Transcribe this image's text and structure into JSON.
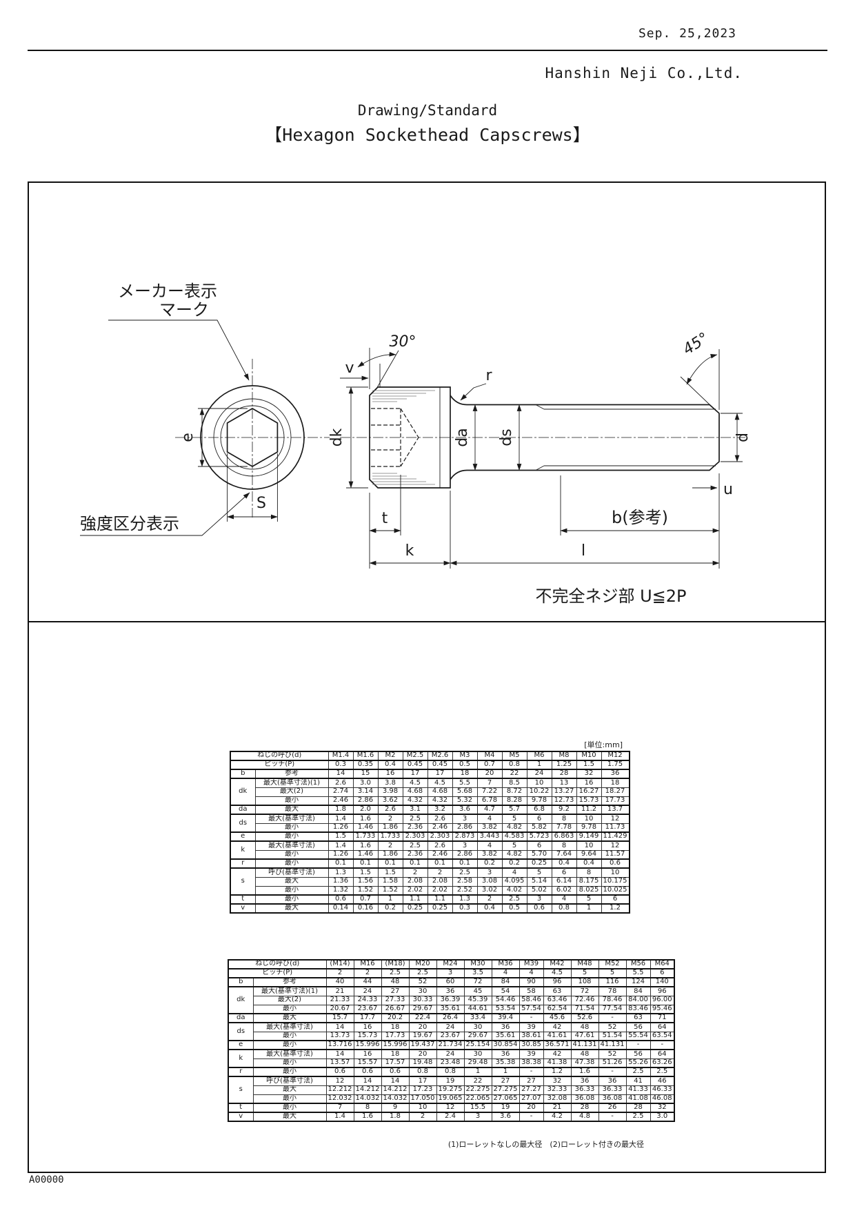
{
  "header": {
    "date": "Sep. 25,2023",
    "company": "Hanshin Neji Co.,Ltd."
  },
  "title": {
    "line1": "Drawing/Standard",
    "line2": "【Hexagon Sockethead Capscrews】"
  },
  "drawing": {
    "labels": {
      "maker_line1": "メーカー表示",
      "maker_line2": "マーク",
      "strength": "強度区分表示",
      "e": "e",
      "s": "S",
      "deg30": "30°",
      "v": "v",
      "dk": "dk",
      "r": "r",
      "da": "da",
      "ds": "ds",
      "deg45": "45°",
      "d": "d",
      "u": "u",
      "t": "t",
      "k": "k",
      "b": "b(参考)",
      "l": "l",
      "note": "不完全ネジ部 U≦2P"
    }
  },
  "unit_label": "[単位:mm]",
  "table1": {
    "name_label": "ねじの呼び(d)",
    "columns": [
      "M1.4",
      "M1.6",
      "M2",
      "M2.5",
      "M2.6",
      "M3",
      "M4",
      "M5",
      "M6",
      "M8",
      "M10",
      "M12"
    ],
    "pitch_label": "ピッチ(P)",
    "pitch": [
      "0.3",
      "0.35",
      "0.4",
      "0.45",
      "0.45",
      "0.5",
      "0.7",
      "0.8",
      "1",
      "1.25",
      "1.5",
      "1.75"
    ],
    "groups": [
      {
        "dim": "b",
        "rows": [
          {
            "sub": "参考",
            "values": [
              "14",
              "15",
              "16",
              "17",
              "17",
              "18",
              "20",
              "22",
              "24",
              "28",
              "32",
              "36"
            ]
          }
        ]
      },
      {
        "dim": "dk",
        "rows": [
          {
            "sub": "最大(基準寸法)(1)",
            "values": [
              "2.6",
              "3.0",
              "3.8",
              "4.5",
              "4.5",
              "5.5",
              "7",
              "8.5",
              "10",
              "13",
              "16",
              "18"
            ]
          },
          {
            "sub": "最大(2)",
            "values": [
              "2.74",
              "3.14",
              "3.98",
              "4.68",
              "4.68",
              "5.68",
              "7.22",
              "8.72",
              "10.22",
              "13.27",
              "16.27",
              "18.27"
            ]
          },
          {
            "sub": "最小",
            "values": [
              "2.46",
              "2.86",
              "3.62",
              "4.32",
              "4.32",
              "5.32",
              "6.78",
              "8.28",
              "9.78",
              "12.73",
              "15.73",
              "17.73"
            ]
          }
        ]
      },
      {
        "dim": "da",
        "rows": [
          {
            "sub": "最大",
            "values": [
              "1.8",
              "2.0",
              "2.6",
              "3.1",
              "3.2",
              "3.6",
              "4.7",
              "5.7",
              "6.8",
              "9.2",
              "11.2",
              "13.7"
            ]
          }
        ]
      },
      {
        "dim": "ds",
        "rows": [
          {
            "sub": "最大(基準寸法)",
            "values": [
              "1.4",
              "1.6",
              "2",
              "2.5",
              "2.6",
              "3",
              "4",
              "5",
              "6",
              "8",
              "10",
              "12"
            ]
          },
          {
            "sub": "最小",
            "values": [
              "1.26",
              "1.46",
              "1.86",
              "2.36",
              "2.46",
              "2.86",
              "3.82",
              "4.82",
              "5.82",
              "7.78",
              "9.78",
              "11.73"
            ]
          }
        ]
      },
      {
        "dim": "e",
        "rows": [
          {
            "sub": "最小",
            "values": [
              "1.5",
              "1.733",
              "1.733",
              "2.303",
              "2.303",
              "2.873",
              "3.443",
              "4.583",
              "5.723",
              "6.863",
              "9.149",
              "11.429"
            ]
          }
        ]
      },
      {
        "dim": "k",
        "rows": [
          {
            "sub": "最大(基準寸法)",
            "values": [
              "1.4",
              "1.6",
              "2",
              "2.5",
              "2.6",
              "3",
              "4",
              "5",
              "6",
              "8",
              "10",
              "12"
            ]
          },
          {
            "sub": "最小",
            "values": [
              "1.26",
              "1.46",
              "1.86",
              "2.36",
              "2.46",
              "2.86",
              "3.82",
              "4.82",
              "5.70",
              "7.64",
              "9.64",
              "11.57"
            ]
          }
        ]
      },
      {
        "dim": "r",
        "rows": [
          {
            "sub": "最小",
            "values": [
              "0.1",
              "0.1",
              "0.1",
              "0.1",
              "0.1",
              "0.1",
              "0.2",
              "0.2",
              "0.25",
              "0.4",
              "0.4",
              "0.6"
            ]
          }
        ]
      },
      {
        "dim": "s",
        "rows": [
          {
            "sub": "呼び(基準寸法)",
            "values": [
              "1.3",
              "1.5",
              "1.5",
              "2",
              "2",
              "2.5",
              "3",
              "4",
              "5",
              "6",
              "8",
              "10"
            ]
          },
          {
            "sub": "最大",
            "values": [
              "1.36",
              "1.56",
              "1.58",
              "2.08",
              "2.08",
              "2.58",
              "3.08",
              "4.095",
              "5.14",
              "6.14",
              "8.175",
              "10.175"
            ]
          },
          {
            "sub": "最小",
            "values": [
              "1.32",
              "1.52",
              "1.52",
              "2.02",
              "2.02",
              "2.52",
              "3.02",
              "4.02",
              "5.02",
              "6.02",
              "8.025",
              "10.025"
            ]
          }
        ]
      },
      {
        "dim": "t",
        "rows": [
          {
            "sub": "最小",
            "values": [
              "0.6",
              "0.7",
              "1",
              "1.1",
              "1.1",
              "1.3",
              "2",
              "2.5",
              "3",
              "4",
              "5",
              "6"
            ]
          }
        ]
      },
      {
        "dim": "v",
        "rows": [
          {
            "sub": "最大",
            "values": [
              "0.14",
              "0.16",
              "0.2",
              "0.25",
              "0.25",
              "0.3",
              "0.4",
              "0.5",
              "0.6",
              "0.8",
              "1",
              "1.2"
            ]
          }
        ]
      }
    ]
  },
  "table2": {
    "name_label": "ねじの呼び(d)",
    "columns": [
      "(M14)",
      "M16",
      "(M18)",
      "M20",
      "M24",
      "M30",
      "M36",
      "M39",
      "M42",
      "M48",
      "M52",
      "M56",
      "M64"
    ],
    "pitch_label": "ピッチ(P)",
    "pitch": [
      "2",
      "2",
      "2.5",
      "2.5",
      "3",
      "3.5",
      "4",
      "4",
      "4.5",
      "5",
      "5",
      "5.5",
      "6"
    ],
    "groups": [
      {
        "dim": "b",
        "rows": [
          {
            "sub": "参考",
            "values": [
              "40",
              "44",
              "48",
              "52",
              "60",
              "72",
              "84",
              "90",
              "96",
              "108",
              "116",
              "124",
              "140"
            ]
          }
        ]
      },
      {
        "dim": "dk",
        "rows": [
          {
            "sub": "最大(基準寸法)(1)",
            "values": [
              "21",
              "24",
              "27",
              "30",
              "36",
              "45",
              "54",
              "58",
              "63",
              "72",
              "78",
              "84",
              "96"
            ]
          },
          {
            "sub": "最大(2)",
            "values": [
              "21.33",
              "24.33",
              "27.33",
              "30.33",
              "36.39",
              "45.39",
              "54.46",
              "58.46",
              "63.46",
              "72.46",
              "78.46",
              "84.00",
              "96.00"
            ]
          },
          {
            "sub": "最小",
            "values": [
              "20.67",
              "23.67",
              "26.67",
              "29.67",
              "35.61",
              "44.61",
              "53.54",
              "57.54",
              "62.54",
              "71.54",
              "77.54",
              "83.46",
              "95.46"
            ]
          }
        ]
      },
      {
        "dim": "da",
        "rows": [
          {
            "sub": "最大",
            "values": [
              "15.7",
              "17.7",
              "20.2",
              "22.4",
              "26.4",
              "33.4",
              "39.4",
              "-",
              "45.6",
              "52.6",
              "-",
              "63",
              "71"
            ]
          }
        ]
      },
      {
        "dim": "ds",
        "rows": [
          {
            "sub": "最大(基準寸法)",
            "values": [
              "14",
              "16",
              "18",
              "20",
              "24",
              "30",
              "36",
              "39",
              "42",
              "48",
              "52",
              "56",
              "64"
            ]
          },
          {
            "sub": "最小",
            "values": [
              "13.73",
              "15.73",
              "17.73",
              "19.67",
              "23.67",
              "29.67",
              "35.61",
              "38.61",
              "41.61",
              "47.61",
              "51.54",
              "55.54",
              "63.54"
            ]
          }
        ]
      },
      {
        "dim": "e",
        "rows": [
          {
            "sub": "最小",
            "values": [
              "13.716",
              "15.996",
              "15.996",
              "19.437",
              "21.734",
              "25.154",
              "30.854",
              "30.85",
              "36.571",
              "41.131",
              "41.131",
              "-",
              "-"
            ]
          }
        ]
      },
      {
        "dim": "k",
        "rows": [
          {
            "sub": "最大(基準寸法)",
            "values": [
              "14",
              "16",
              "18",
              "20",
              "24",
              "30",
              "36",
              "39",
              "42",
              "48",
              "52",
              "56",
              "64"
            ]
          },
          {
            "sub": "最小",
            "values": [
              "13.57",
              "15.57",
              "17.57",
              "19.48",
              "23.48",
              "29.48",
              "35.38",
              "38.38",
              "41.38",
              "47.38",
              "51.26",
              "55.26",
              "63.26"
            ]
          }
        ]
      },
      {
        "dim": "r",
        "rows": [
          {
            "sub": "最小",
            "values": [
              "0.6",
              "0.6",
              "0.6",
              "0.8",
              "0.8",
              "1",
              "1",
              "-",
              "1.2",
              "1.6",
              "-",
              "2.5",
              "2.5"
            ]
          }
        ]
      },
      {
        "dim": "s",
        "rows": [
          {
            "sub": "呼び(基準寸法)",
            "values": [
              "12",
              "14",
              "14",
              "17",
              "19",
              "22",
              "27",
              "27",
              "32",
              "36",
              "36",
              "41",
              "46"
            ]
          },
          {
            "sub": "最大",
            "values": [
              "12.212",
              "14.212",
              "14.212",
              "17.23",
              "19.275",
              "22.275",
              "27.275",
              "27.27",
              "32.33",
              "36.33",
              "36.33",
              "41.33",
              "46.33"
            ]
          },
          {
            "sub": "最小",
            "values": [
              "12.032",
              "14.032",
              "14.032",
              "17.050",
              "19.065",
              "22.065",
              "27.065",
              "27.07",
              "32.08",
              "36.08",
              "36.08",
              "41.08",
              "46.08"
            ]
          }
        ]
      },
      {
        "dim": "t",
        "rows": [
          {
            "sub": "最小",
            "values": [
              "7",
              "8",
              "9",
              "10",
              "12",
              "15.5",
              "19",
              "20",
              "21",
              "28",
              "26",
              "28",
              "32"
            ]
          }
        ]
      },
      {
        "dim": "v",
        "rows": [
          {
            "sub": "最大",
            "values": [
              "1.4",
              "1.6",
              "1.8",
              "2",
              "2.4",
              "3",
              "3.6",
              "-",
              "4.2",
              "4.8",
              "-",
              "2.5",
              "3.0"
            ]
          }
        ]
      }
    ]
  },
  "footnote": "(1)ローレットなしの最大径　(2)ローレット付きの最大径",
  "doc_number": "A00000"
}
